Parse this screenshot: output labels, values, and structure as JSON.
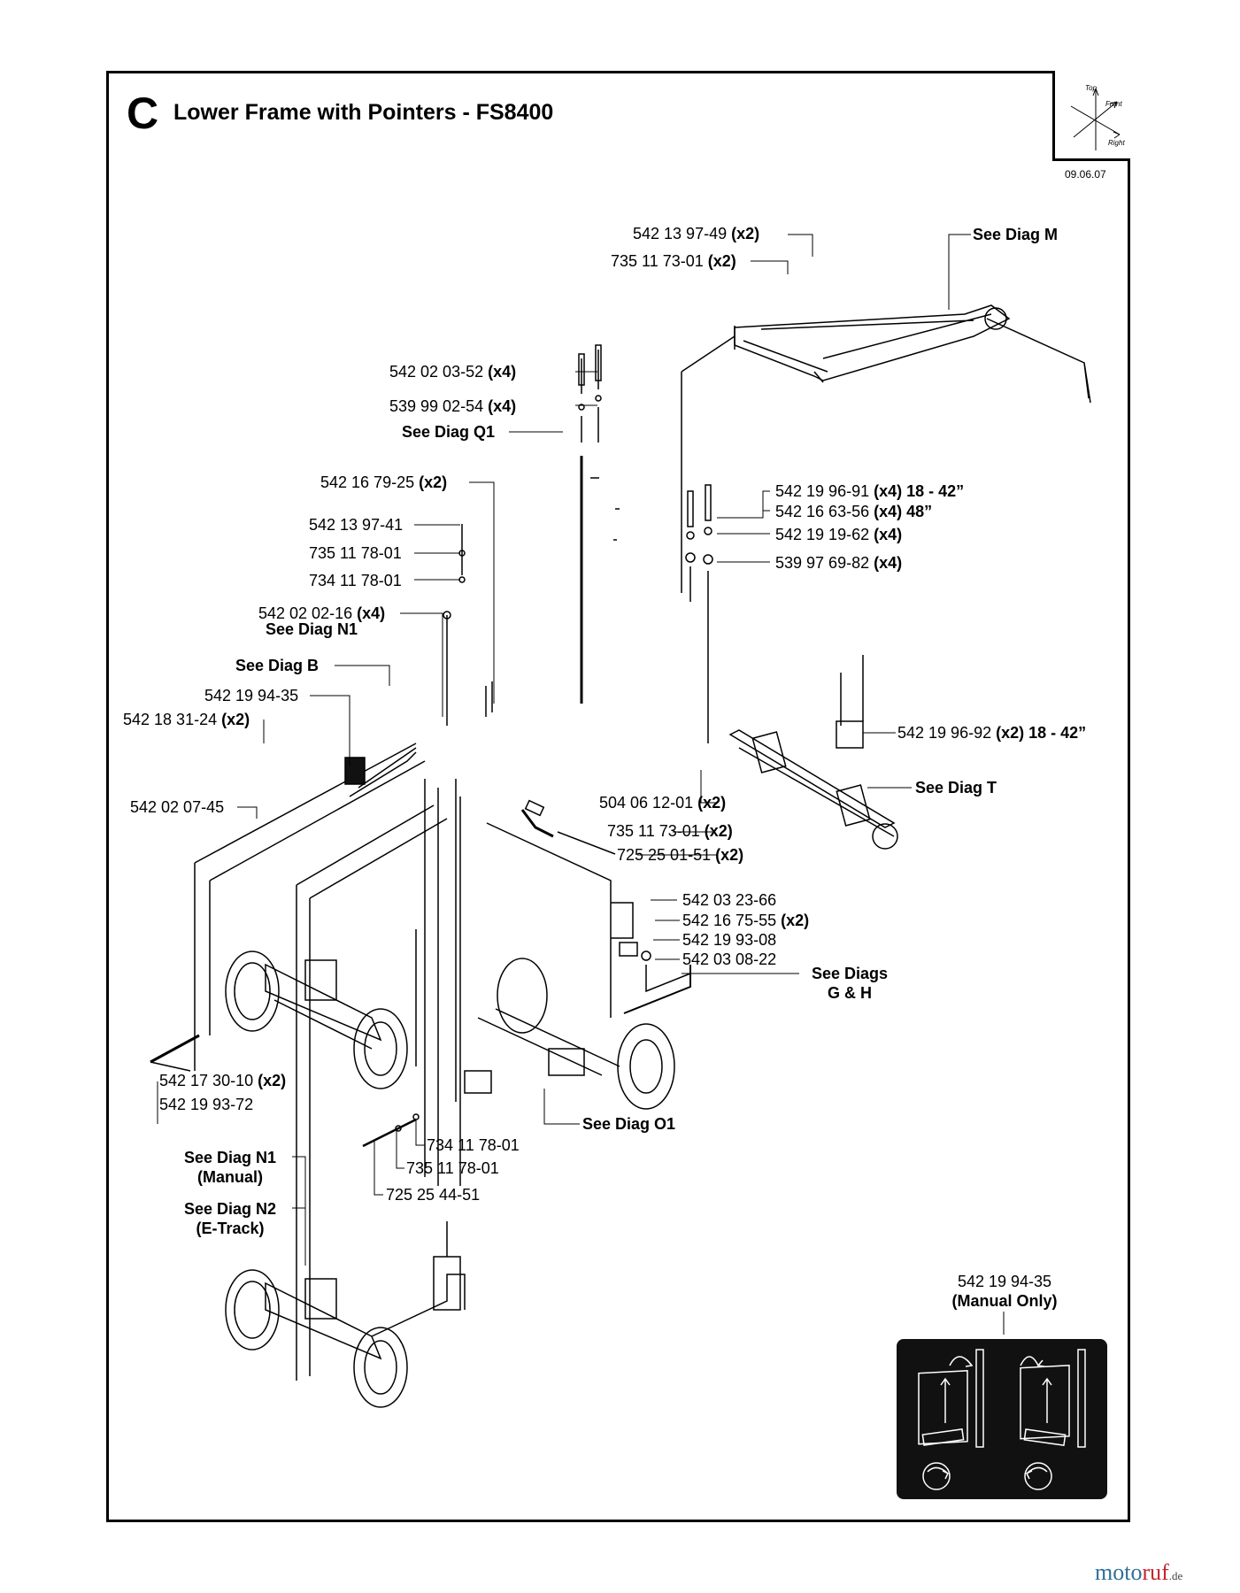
{
  "header": {
    "section_letter": "C",
    "title": "Lower Frame with Pointers - FS8400",
    "date": "09.06.07",
    "compass_icon": "orientation-compass-icon",
    "compass_labels": [
      "Top",
      "Front",
      "Right"
    ]
  },
  "callouts": {
    "c1": {
      "num": "542 13 97-49",
      "qty": "(x2)"
    },
    "c2": {
      "num": "735 11 73-01",
      "qty": "(x2)"
    },
    "c3": {
      "text": "See Diag M"
    },
    "c4": {
      "num": "542 02 03-52",
      "qty": "(x4)"
    },
    "c5": {
      "num": "539 99 02-54",
      "qty": "(x4)"
    },
    "c6": {
      "text": "See Diag Q1"
    },
    "c7": {
      "num": "542 16 79-25",
      "qty": "(x2)"
    },
    "c8": {
      "num": "542 19 96-91",
      "qty": "(x4) 18 - 42”"
    },
    "c9": {
      "num": "542 16 63-56",
      "qty": "(x4) 48”"
    },
    "c10": {
      "num": "542 19 19-62",
      "qty": "(x4)"
    },
    "c11": {
      "num": "539 97 69-82",
      "qty": "(x4)"
    },
    "c12": {
      "text": "542 13 97-41"
    },
    "c13": {
      "text": "735 11 78-01"
    },
    "c14": {
      "text": "734 11 78-01"
    },
    "c15": {
      "num": "542 02 02-16",
      "qty": "(x4)"
    },
    "c16": {
      "text": "See Diag N1"
    },
    "c17": {
      "text": "See Diag B"
    },
    "c18": {
      "text": "542 19 94-35"
    },
    "c19": {
      "num": "542 18 31-24",
      "qty": "(x2)"
    },
    "c20": {
      "num": "542 19 96-92",
      "qty": "(x2) 18 - 42”"
    },
    "c21": {
      "text": "See Diag T"
    },
    "c22": {
      "text": "542 02 07-45"
    },
    "c23": {
      "num": "504 06 12-01",
      "qty": "(x2)"
    },
    "c24": {
      "num": "735 11 73-01",
      "qty": "(x2)"
    },
    "c25": {
      "num": "725 25 01-51",
      "qty": "(x2)"
    },
    "c26": {
      "text": "542 03 23-66"
    },
    "c27": {
      "num": "542 16 75-55",
      "qty": "(x2)"
    },
    "c28": {
      "text": "542 19 93-08"
    },
    "c29": {
      "text": "542 03 08-22"
    },
    "c30": {
      "line1": "See Diags",
      "line2": "G & H"
    },
    "c31": {
      "num": "542 17 30-10",
      "qty": "(x2)"
    },
    "c32": {
      "text": "542 19 93-72"
    },
    "c33": {
      "text": "See Diag O1"
    },
    "c34": {
      "text": "734 11 78-01"
    },
    "c35": {
      "text": "735 11 78-01"
    },
    "c36": {
      "text": "725 25 44-51"
    },
    "c37": {
      "line1": "See Diag N1",
      "line2": "(Manual)"
    },
    "c38": {
      "line1": "See Diag N2",
      "line2": "(E-Track)"
    },
    "c39": {
      "line1": "542 19 94-35",
      "line2": "(Manual Only)"
    }
  },
  "watermark": {
    "brand_a": "moto",
    "brand_b": "ruf",
    "tld": ".de"
  },
  "colors": {
    "ink": "#000000",
    "brand_blue": "#2e6f98",
    "brand_red": "#c3262d"
  }
}
